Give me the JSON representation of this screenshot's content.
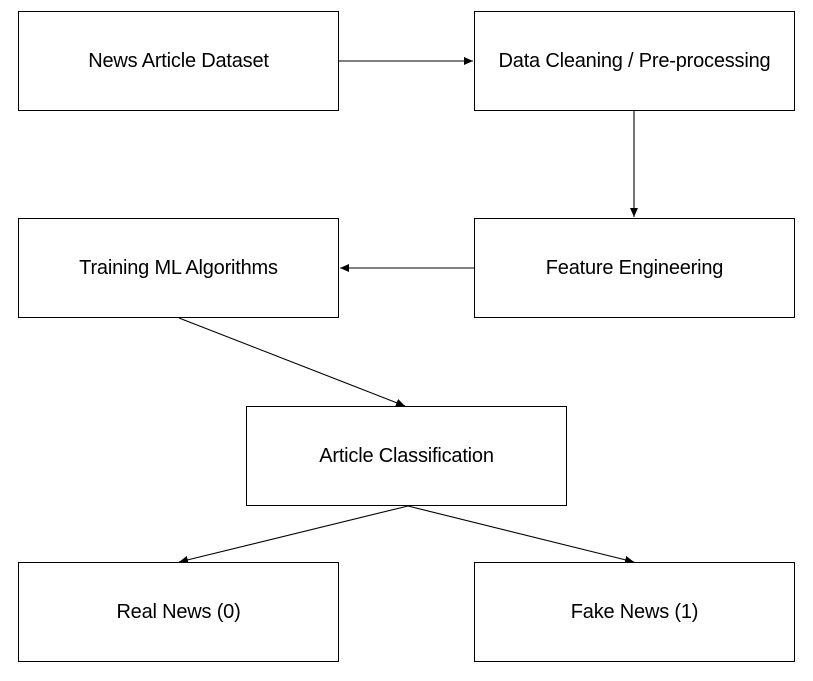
{
  "diagram": {
    "nodes": [
      {
        "id": "dataset",
        "label": "News Article Dataset"
      },
      {
        "id": "cleaning",
        "label": "Data Cleaning / Pre-processing"
      },
      {
        "id": "features",
        "label": "Feature Engineering"
      },
      {
        "id": "training",
        "label": "Training ML Algorithms"
      },
      {
        "id": "classification",
        "label": "Article Classification"
      },
      {
        "id": "real",
        "label": "Real News (0)"
      },
      {
        "id": "fake",
        "label": "Fake News (1)"
      }
    ],
    "edges": [
      {
        "from": "dataset",
        "to": "cleaning"
      },
      {
        "from": "cleaning",
        "to": "features"
      },
      {
        "from": "features",
        "to": "training"
      },
      {
        "from": "training",
        "to": "classification"
      },
      {
        "from": "classification",
        "to": "real"
      },
      {
        "from": "classification",
        "to": "fake"
      }
    ],
    "colors": {
      "stroke": "#000000",
      "fill": "#ffffff",
      "text": "#000000"
    }
  }
}
